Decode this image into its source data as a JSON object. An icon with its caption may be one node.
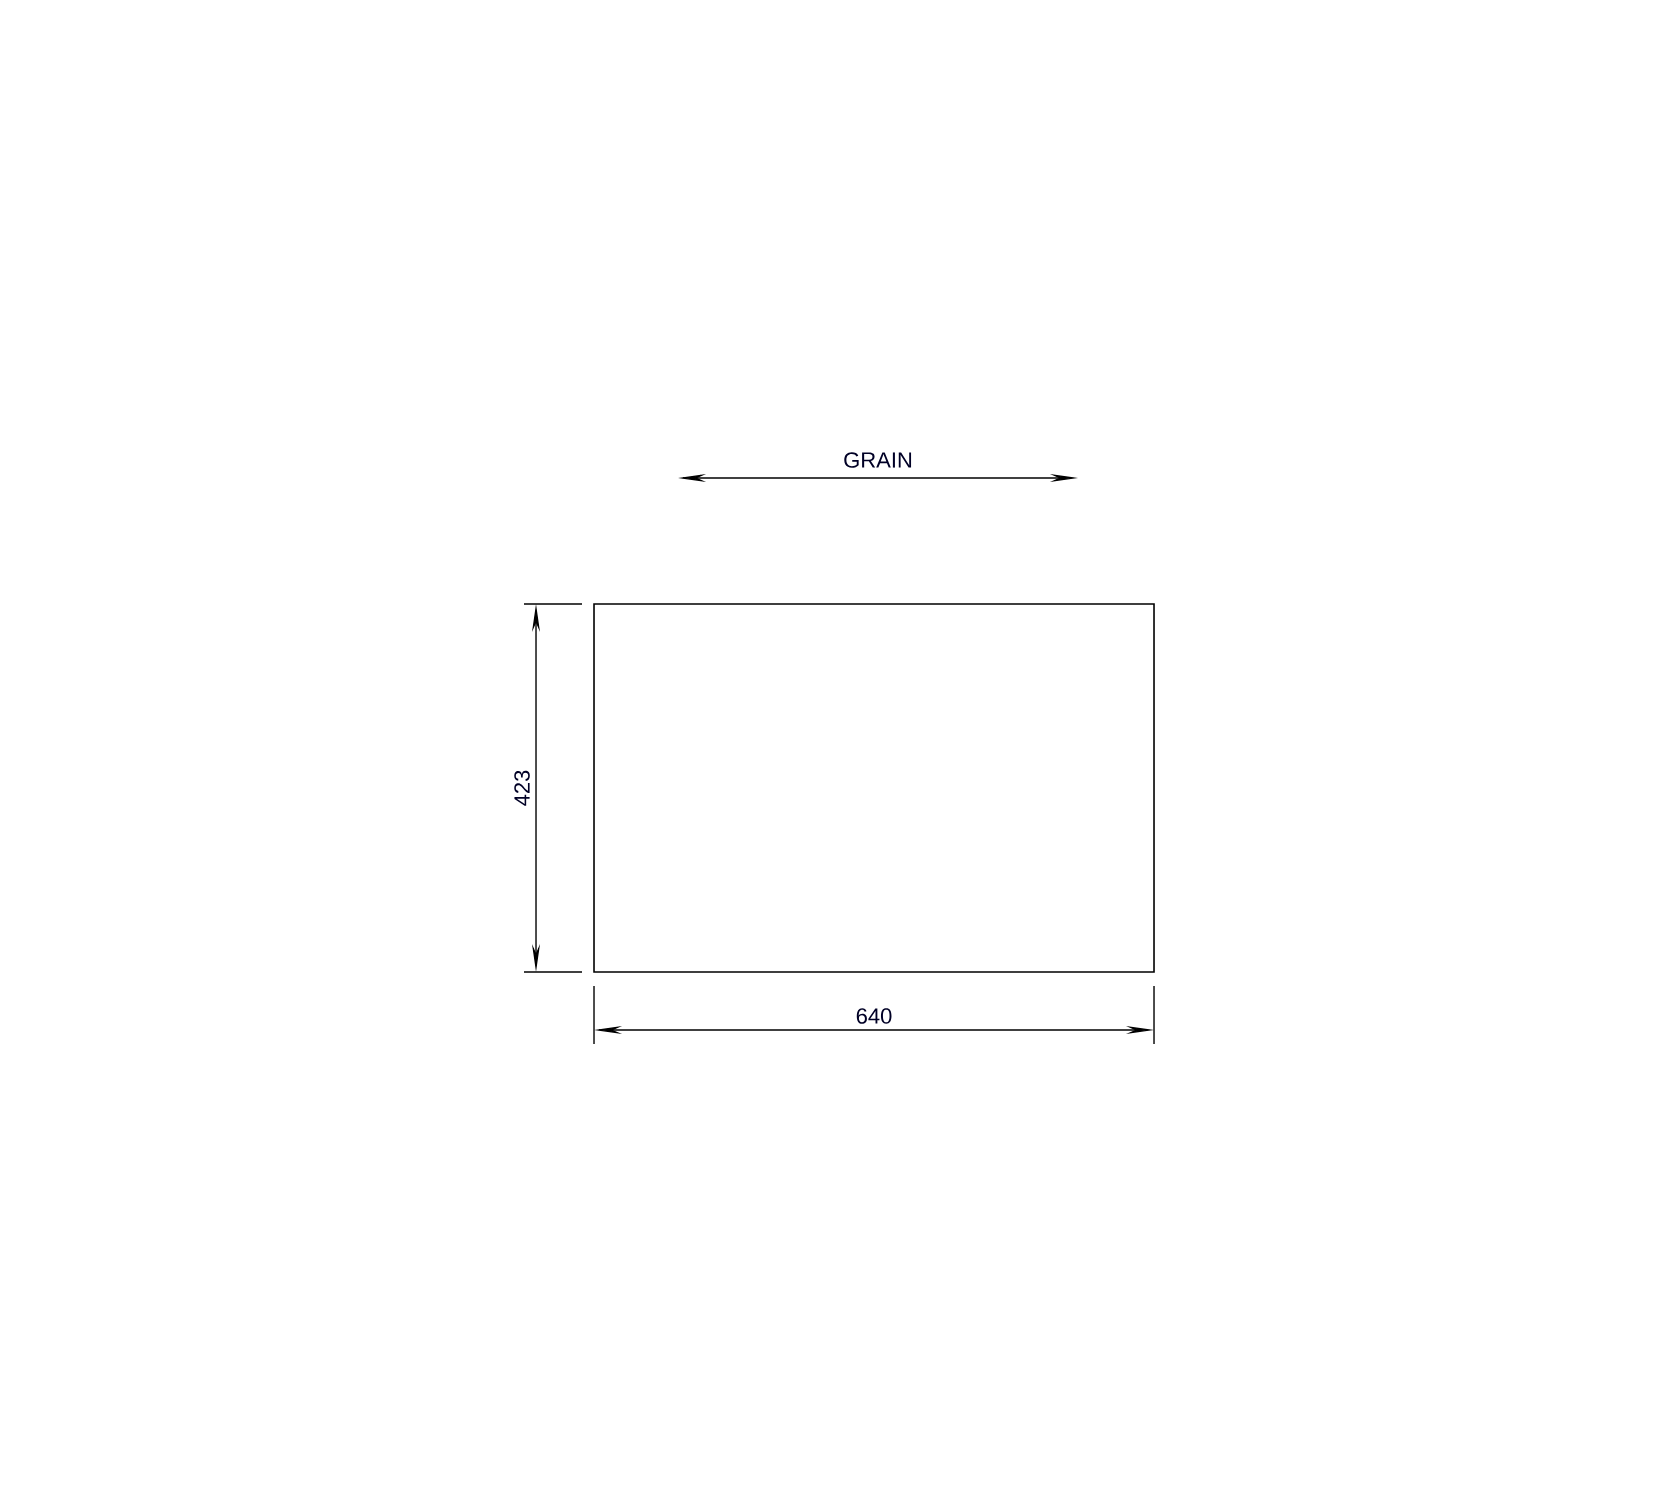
{
  "diagram": {
    "nodes": [
      {
        "text": [],
        "shape": "box"
      }
    ],
    "edges": [],
    "labels": [
      "GRAIN",
      "423",
      "640"
    ]
  }
}
